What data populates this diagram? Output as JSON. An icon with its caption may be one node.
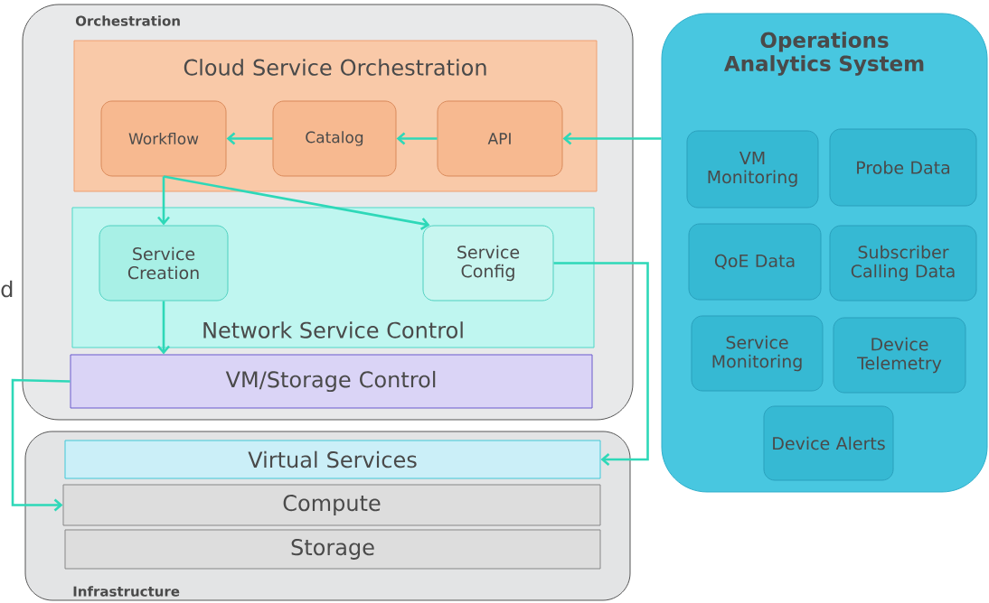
{
  "diagram": {
    "nodes": [
      {
        "text": [
          "Orchestration"
        ]
      },
      {
        "text": [
          "Cloud Service Orchestration"
        ],
        "in": 0
      },
      {
        "text": [
          "Workflow"
        ],
        "in": 1
      },
      {
        "text": [
          "Catalog"
        ],
        "in": 1
      },
      {
        "text": [
          "API"
        ],
        "in": 1
      },
      {
        "text": [
          "Network Service Control"
        ],
        "in": 0
      },
      {
        "text": [
          "Service Creation"
        ],
        "in": 5
      },
      {
        "text": [
          "Service Config"
        ],
        "in": 5
      },
      {
        "text": [
          "VM/Storage Control"
        ],
        "in": 0
      },
      {
        "text": [
          "Infrastructure"
        ]
      },
      {
        "text": [
          "Virtual Services"
        ],
        "in": 9
      },
      {
        "text": [
          "Compute"
        ],
        "in": 9
      },
      {
        "text": [
          "Storage"
        ],
        "in": 9
      },
      {
        "text": [
          "Operations Analytics System"
        ]
      },
      {
        "text": [
          "VM Monitoring"
        ],
        "in": 13
      },
      {
        "text": [
          "Probe Data"
        ],
        "in": 13
      },
      {
        "text": [
          "QoE Data"
        ],
        "in": 13
      },
      {
        "text": [
          "Subscriber Calling Data"
        ],
        "in": 13
      },
      {
        "text": [
          "Service Monitoring"
        ],
        "in": 13
      },
      {
        "text": [
          "Device Telemetry"
        ],
        "in": 13
      },
      {
        "text": [
          "Device Alerts"
        ],
        "in": 13
      }
    ],
    "edges": [
      {
        "from": 13,
        "to": 4,
        "arrow": "to"
      },
      {
        "from": 4,
        "to": 3,
        "arrow": "to"
      },
      {
        "from": 3,
        "to": 2,
        "arrow": "to"
      },
      {
        "from": 2,
        "to": 6,
        "arrow": "to"
      },
      {
        "from": 2,
        "to": 7,
        "arrow": "to"
      },
      {
        "from": 6,
        "to": 8,
        "arrow": "to"
      },
      {
        "from": 7,
        "to": 10,
        "arrow": "to"
      },
      {
        "from": 8,
        "to": 11,
        "arrow": "to"
      }
    ],
    "labels": [
      "d"
    ]
  }
}
